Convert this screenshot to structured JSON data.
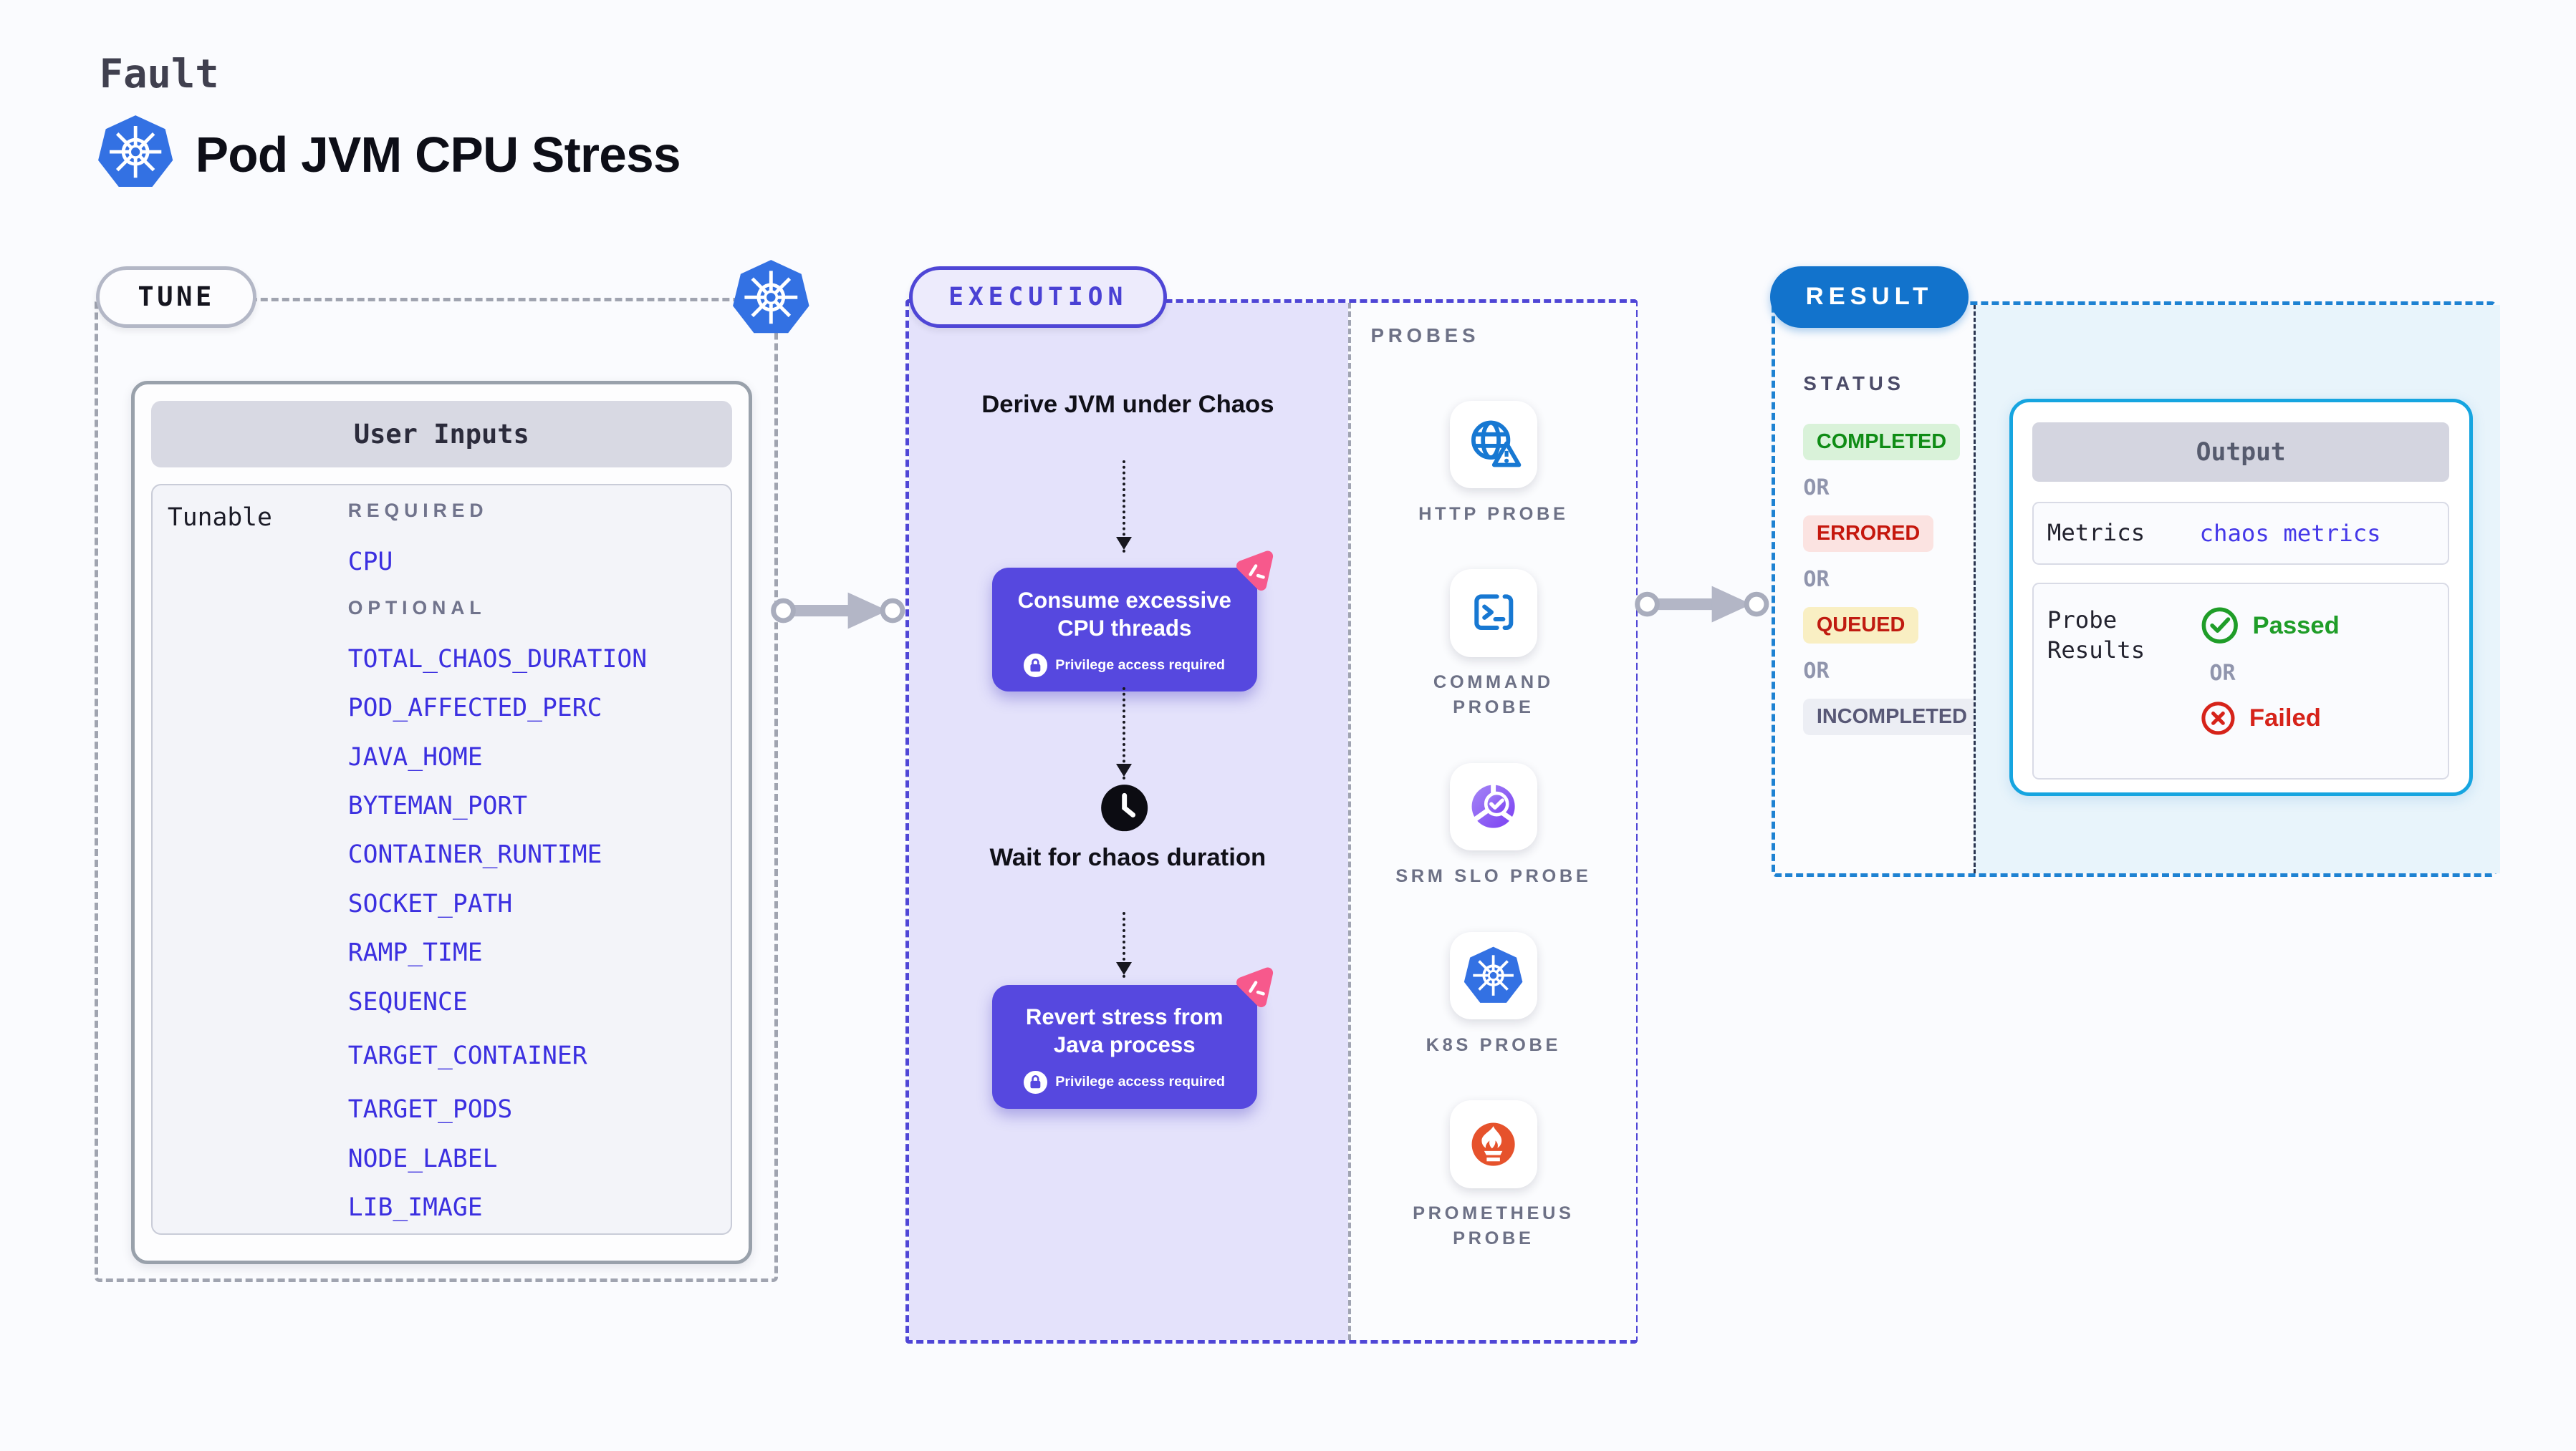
{
  "header": {
    "kicker": "Fault",
    "title": "Pod JVM CPU Stress"
  },
  "tune": {
    "badge": "TUNE",
    "card_title": "User Inputs",
    "row_label": "Tunable",
    "required_label": "REQUIRED",
    "optional_label": "OPTIONAL",
    "required_inputs": [
      "CPU"
    ],
    "optional_inputs": [
      "TOTAL_CHAOS_DURATION",
      "POD_AFFECTED_PERC",
      "JAVA_HOME",
      "BYTEMAN_PORT",
      "CONTAINER_RUNTIME",
      "SOCKET_PATH",
      "RAMP_TIME",
      "SEQUENCE",
      "TARGET_CONTAINER",
      "TARGET_PODS",
      "NODE_LABEL",
      "LIB_IMAGE"
    ]
  },
  "execution": {
    "badge": "EXECUTION",
    "step_derive": "Derive JVM under Chaos",
    "step_consume": "Consume excessive CPU threads",
    "step_wait": "Wait for chaos duration",
    "step_revert": "Revert stress from Java process",
    "privilege_note": "Privilege access required"
  },
  "probes": {
    "heading": "PROBES",
    "items": [
      {
        "label": "HTTP PROBE",
        "icon": "globe-alert-icon"
      },
      {
        "label": "COMMAND PROBE",
        "icon": "terminal-icon"
      },
      {
        "label": "SRM SLO PROBE",
        "icon": "slo-donut-check-icon"
      },
      {
        "label": "K8S PROBE",
        "icon": "kubernetes-icon"
      },
      {
        "label": "PROMETHEUS PROBE",
        "icon": "prometheus-flame-icon"
      }
    ]
  },
  "result": {
    "badge": "RESULT",
    "status_heading": "STATUS",
    "or_label": "OR",
    "statuses": [
      {
        "label": "COMPLETED",
        "bg": "#d9f2d9",
        "fg": "#0f8c15"
      },
      {
        "label": "ERRORED",
        "bg": "#fbe3e1",
        "fg": "#c5170d"
      },
      {
        "label": "QUEUED",
        "bg": "#f9efc3",
        "fg": "#c01b10"
      },
      {
        "label": "INCOMPLETED",
        "bg": "#eceef4",
        "fg": "#585876"
      }
    ],
    "output": {
      "title": "Output",
      "metrics_label": "Metrics",
      "metrics_value": "chaos metrics",
      "probe_results_label": "Probe Results",
      "passed_label": "Passed",
      "failed_label": "Failed"
    }
  },
  "colors": {
    "accent_indigo": "#4f46d6",
    "step_box_indigo": "#5648df",
    "execution_lavender": "#e4e2fb",
    "pink_badge": "#f7598c",
    "result_blue": "#1273cc",
    "result_dash_blue": "#1e82d2",
    "result_cyan_bg": "#e8f4fb",
    "output_border_cyan": "#16a5e0",
    "link_indigo": "#3b2fe0",
    "kubernetes_blue": "#3371e3",
    "probe_icon_blue": "#1778d2",
    "prometheus_orange": "#e6522c",
    "passed_green": "#1f9d28",
    "failed_red": "#d6231a"
  }
}
